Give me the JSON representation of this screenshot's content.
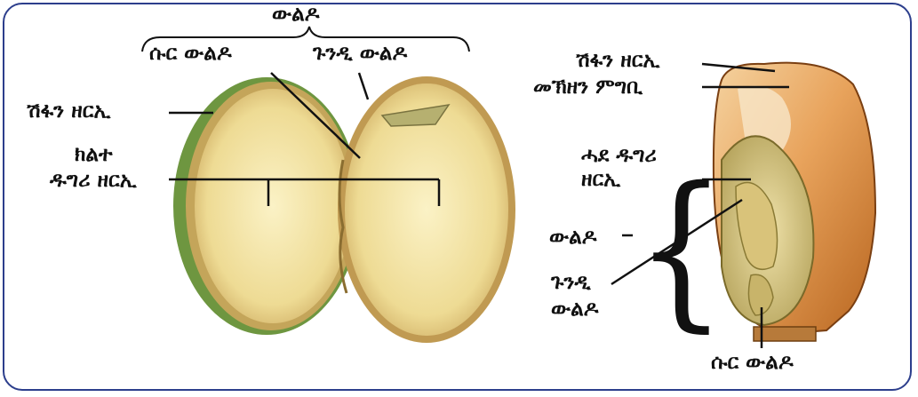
{
  "bean_labels": {
    "cotyledon_top": "ውልዶ",
    "radicle_top": "ሱር ውልዶ",
    "plumule_top": "ጉንዲ ውልዶ",
    "seed_coat_left": "ሽፋን ዘርኢ",
    "cotyledon_line1": "ክልተ",
    "cotyledon_line2": "ዱግሪ ዘርኢ"
  },
  "maize_labels": {
    "seed_coat": "ሽፋን ዘርኢ",
    "endosperm": "መኽዘን ምግቢ",
    "cotyledon_line1": "ሓደ ዱግሪ",
    "cotyledon_line2": "ዘርኢ",
    "embryo": "ውልዶ",
    "plumule_line1": "ጉንዲ",
    "plumule_line2": "ውልዶ",
    "radicle": "ሱር ውልዶ"
  },
  "colors": {
    "frame": "#2c3e8c",
    "bean_fill": "#f3e6a6",
    "bean_coat": "#7fa04a",
    "maize_endosperm": "#e8a35c",
    "maize_embryo": "#d8c98a"
  }
}
